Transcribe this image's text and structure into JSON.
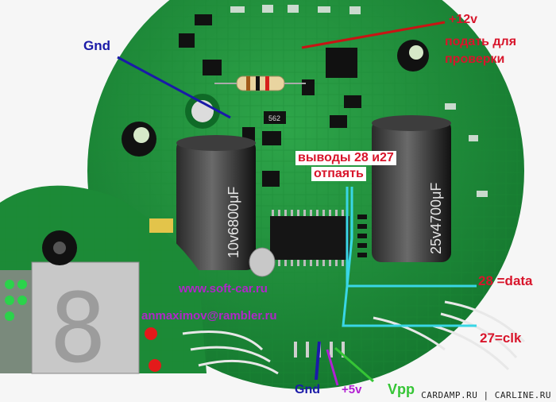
{
  "labels": {
    "gnd_top": "Gnd",
    "plus12v": "+12v",
    "podat": "подать для",
    "proverki": "проверки",
    "vyvody": "выводы 28 и27",
    "otpayat": "отпаять",
    "data28": "28 =data",
    "clk27": "27=clk",
    "website": "www.soft-car.ru",
    "email": "anmaximov@rambler.ru",
    "gnd_bottom": "Gnd",
    "plus5v": "+5v",
    "vpp": "Vpp"
  },
  "watermark": "CARDAMP.RU | CARLINE.RU",
  "components": {
    "cap_left": "10v6800μF",
    "cap_right": "25v4700μF",
    "resistor_code": "562",
    "display_digit": "8"
  },
  "colors": {
    "board_green": "#1f8f3a",
    "gnd_line": "#1a1aa8",
    "plus12v_line": "#c81414",
    "data_line": "#39d6e6",
    "plus5v_line": "#b21fd4",
    "vpp_line": "#35c535",
    "website_text": "#b027c8",
    "callout_text": "#d8152b"
  }
}
